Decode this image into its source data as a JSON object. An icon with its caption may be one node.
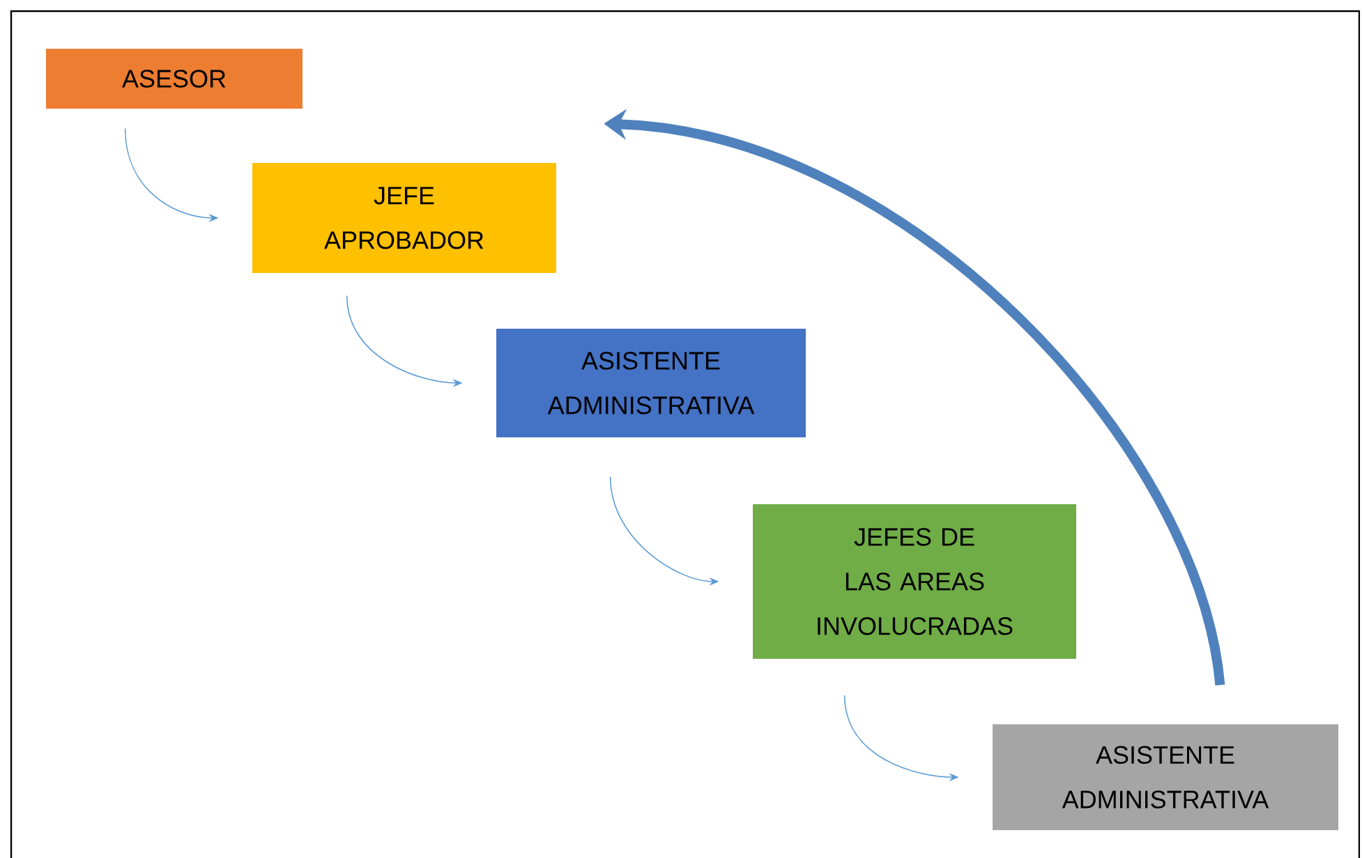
{
  "diagram": {
    "nodes": [
      {
        "text": [
          "ASESOR"
        ]
      },
      {
        "text": [
          "JEFE APROBADOR"
        ]
      },
      {
        "text": [
          "ASISTENTE ADMINISTRATIVA"
        ]
      },
      {
        "text": [
          "JEFES DE LAS AREAS INVOLUCRADAS"
        ]
      },
      {
        "text": [
          "ASISTENTE ADMINISTRATIVA"
        ]
      }
    ],
    "edges": [
      {
        "from": 0,
        "to": 1,
        "arrow": "to"
      },
      {
        "from": 1,
        "to": 2,
        "arrow": "to"
      },
      {
        "from": 2,
        "to": 3,
        "arrow": "to"
      },
      {
        "from": 3,
        "to": 4,
        "arrow": "to"
      },
      {
        "from": 4,
        "to": 1,
        "arrow": "to",
        "style": "thick",
        "color": "#4f81bd"
      }
    ]
  }
}
